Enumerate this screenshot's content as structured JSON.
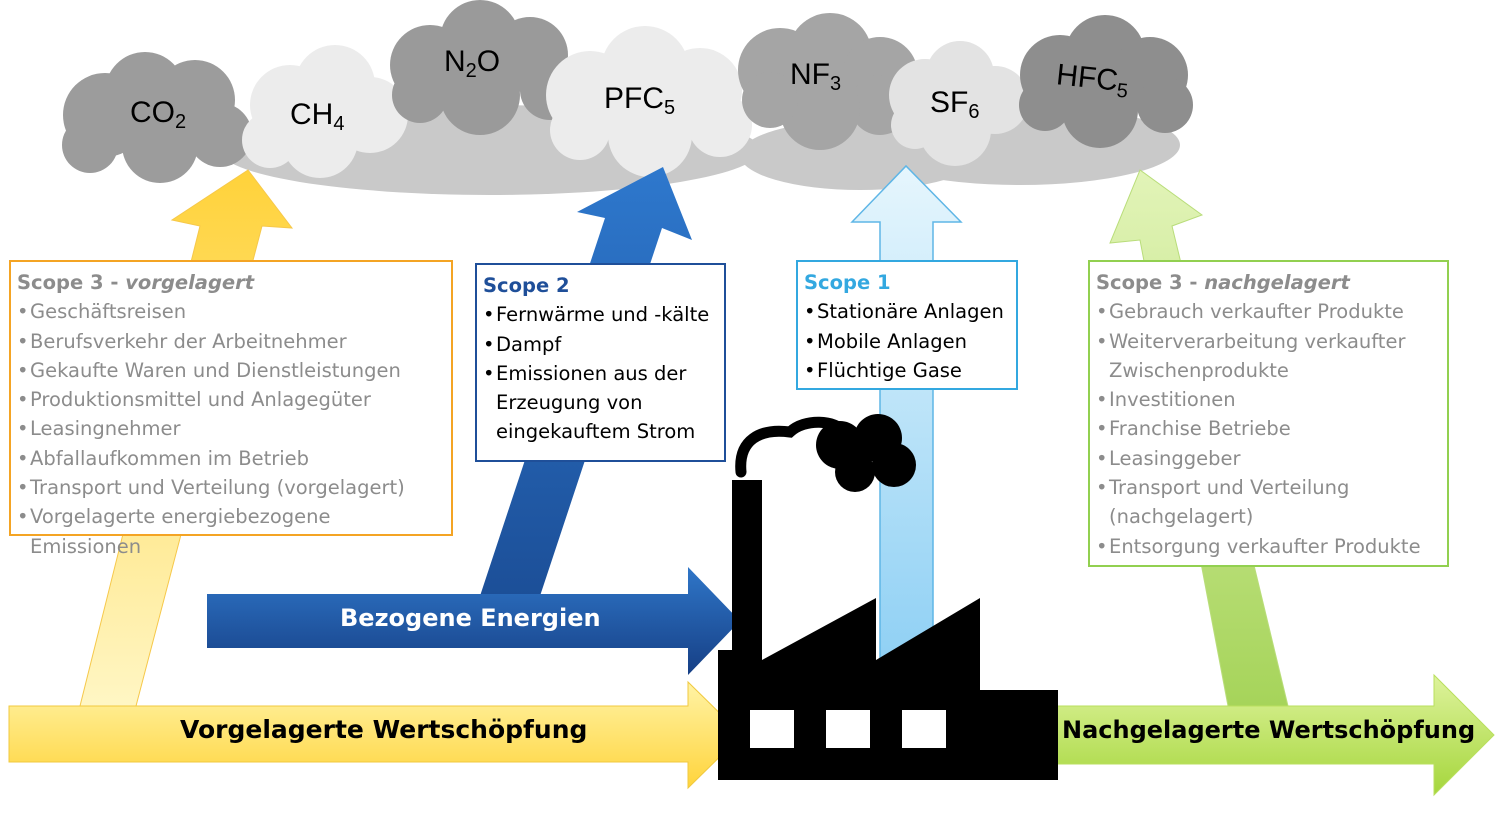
{
  "gases": [
    {
      "base": "CO",
      "sub": "2"
    },
    {
      "base": "CH",
      "sub": "4"
    },
    {
      "base": "N",
      "sub": "2",
      "tail": "O"
    },
    {
      "base": "PFC",
      "sub": "5"
    },
    {
      "base": "NF",
      "sub": "3"
    },
    {
      "base": "SF",
      "sub": "6"
    },
    {
      "base": "HFC",
      "sub": "5"
    }
  ],
  "scope3_upstream": {
    "title_prefix": "Scope 3 - ",
    "title_emph": "vorgelagert",
    "items": [
      "Geschäftsreisen",
      "Berufsverkehr der Arbeitnehmer",
      "Gekaufte Waren und Dienstleistungen",
      "Produktionsmittel und Anlagegüter",
      "Leasingnehmer",
      "Abfallaufkommen im Betrieb",
      "Transport und Verteilung (vorgelagert)",
      "Vorgelagerte energiebezogene Emissionen"
    ]
  },
  "scope2": {
    "title": "Scope 2",
    "items": [
      "Fernwärme und -kälte",
      "Dampf",
      "Emissionen aus der Erzeugung von eingekauftem Strom"
    ]
  },
  "scope1": {
    "title": "Scope 1",
    "items": [
      "Stationäre Anlagen",
      "Mobile Anlagen",
      "Flüchtige Gase"
    ]
  },
  "scope3_downstream": {
    "title_prefix": "Scope 3 - ",
    "title_emph": "nachgelagert",
    "items": [
      "Gebrauch verkaufter Produkte",
      "Weiterverarbeitung verkaufter Zwischenprodukte",
      "Investitionen",
      "Franchise Betriebe",
      "Leasinggeber",
      "Transport und Verteilung (nachgelagert)",
      "Entsorgung verkaufter Produkte"
    ]
  },
  "arrows": {
    "purchased_energy": "Bezogene Energien",
    "upstream_value_chain": "Vorgelagerte Wertschöpfung",
    "downstream_value_chain": "Nachgelagerte Wertschöpfung"
  },
  "colors": {
    "upstream": "#f4a424",
    "scope2": "#1f4f99",
    "scope1": "#33a8e0",
    "downstream": "#92d050",
    "factory": "#000000"
  }
}
